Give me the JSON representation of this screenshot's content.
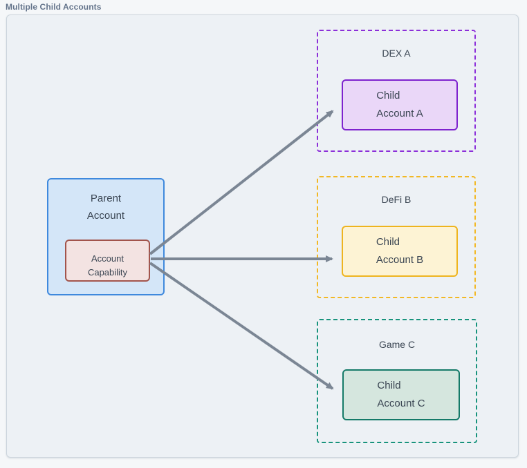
{
  "diagram": {
    "title": "Multiple Child Accounts"
  },
  "parent": {
    "label": "Parent\nAccount",
    "fill": "#d4e6f8",
    "border": "#3f89dd",
    "capability_label": "Account\nCapability",
    "capability_fill": "#f3e3e2",
    "capability_border": "#a2544c"
  },
  "groups": [
    {
      "title": "DEX A",
      "child_label": "Child\nAccount A",
      "dash_color": "#8c2fd9",
      "child_border": "#7e22ce",
      "child_fill": "#ead7f8"
    },
    {
      "title": "DeFi B",
      "child_label": "Child\nAccount B",
      "dash_color": "#f2b824",
      "child_border": "#eeb41f",
      "child_fill": "#fdf3d4"
    },
    {
      "title": "Game C",
      "child_label": "Child\nAccount C",
      "dash_color": "#17937c",
      "child_border": "#157a68",
      "child_fill": "#d5e6de"
    }
  ],
  "connectors": {
    "color": "#7b8694"
  }
}
